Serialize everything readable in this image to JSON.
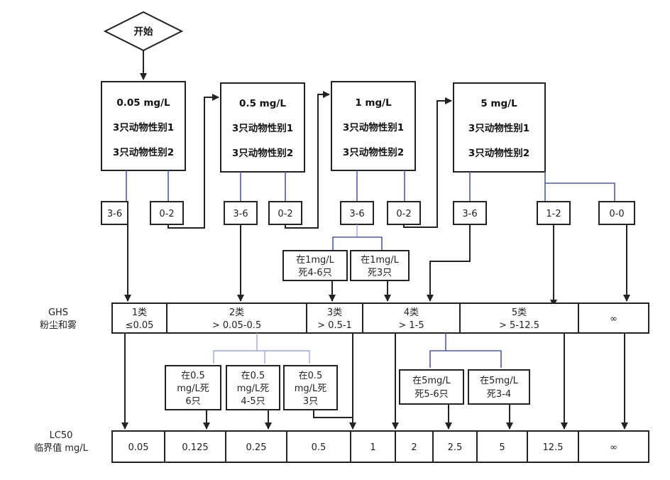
{
  "start": "开始",
  "concentration_boxes": [
    {
      "dose": "0.05 mg/L",
      "line1": "3只动物性别1",
      "line2": "3只动物性别2"
    },
    {
      "dose": "0.5 mg/L",
      "line1": "3只动物性别1",
      "line2": "3只动物性别2"
    },
    {
      "dose": "1 mg/L",
      "line1": "3只动物性别1",
      "line2": "3只动物性别2"
    },
    {
      "dose": "5 mg/L",
      "line1": "3只动物性别1",
      "line2": "3只动物性别2"
    }
  ],
  "outcomes": [
    "3-6",
    "0-2",
    "3-6",
    "0-2",
    "3-6",
    "0-2",
    "3-6",
    "1-2",
    "0-0"
  ],
  "mid_notes": [
    {
      "line1": "在1mg/L",
      "line2": "死4-6只"
    },
    {
      "line1": "在1mg/L",
      "line2": "死3只"
    }
  ],
  "ghs": {
    "label1": "GHS",
    "label2": "粉尘和雾",
    "cells": [
      {
        "line1": "1类",
        "line2": "≤0.05"
      },
      {
        "line1": "2类",
        "line2": "> 0.05-0.5"
      },
      {
        "line1": "3类",
        "line2": "> 0.5-1"
      },
      {
        "line1": "4类",
        "line2": "> 1-5"
      },
      {
        "line1": "5类",
        "line2": "> 5-12.5"
      },
      {
        "line1": "∞",
        "line2": ""
      }
    ]
  },
  "lower_notes": [
    {
      "line1": "在0.5",
      "line2": "mg/L死",
      "line3": "6只"
    },
    {
      "line1": "在0.5",
      "line2": "mg/L死",
      "line3": "4-5只"
    },
    {
      "line1": "在0.5",
      "line2": "mg/L死",
      "line3": "3只"
    },
    {
      "line1": "在5mg/L",
      "line2": "死5-6只"
    },
    {
      "line1": "在5mg/L",
      "line2": "死3-4"
    }
  ],
  "lc50": {
    "label1": "LC50",
    "label2": "临界值 mg/L",
    "values": [
      "0.05",
      "0.125",
      "0.25",
      "0.5",
      "1",
      "2",
      "2.5",
      "5",
      "12.5",
      "∞"
    ]
  }
}
